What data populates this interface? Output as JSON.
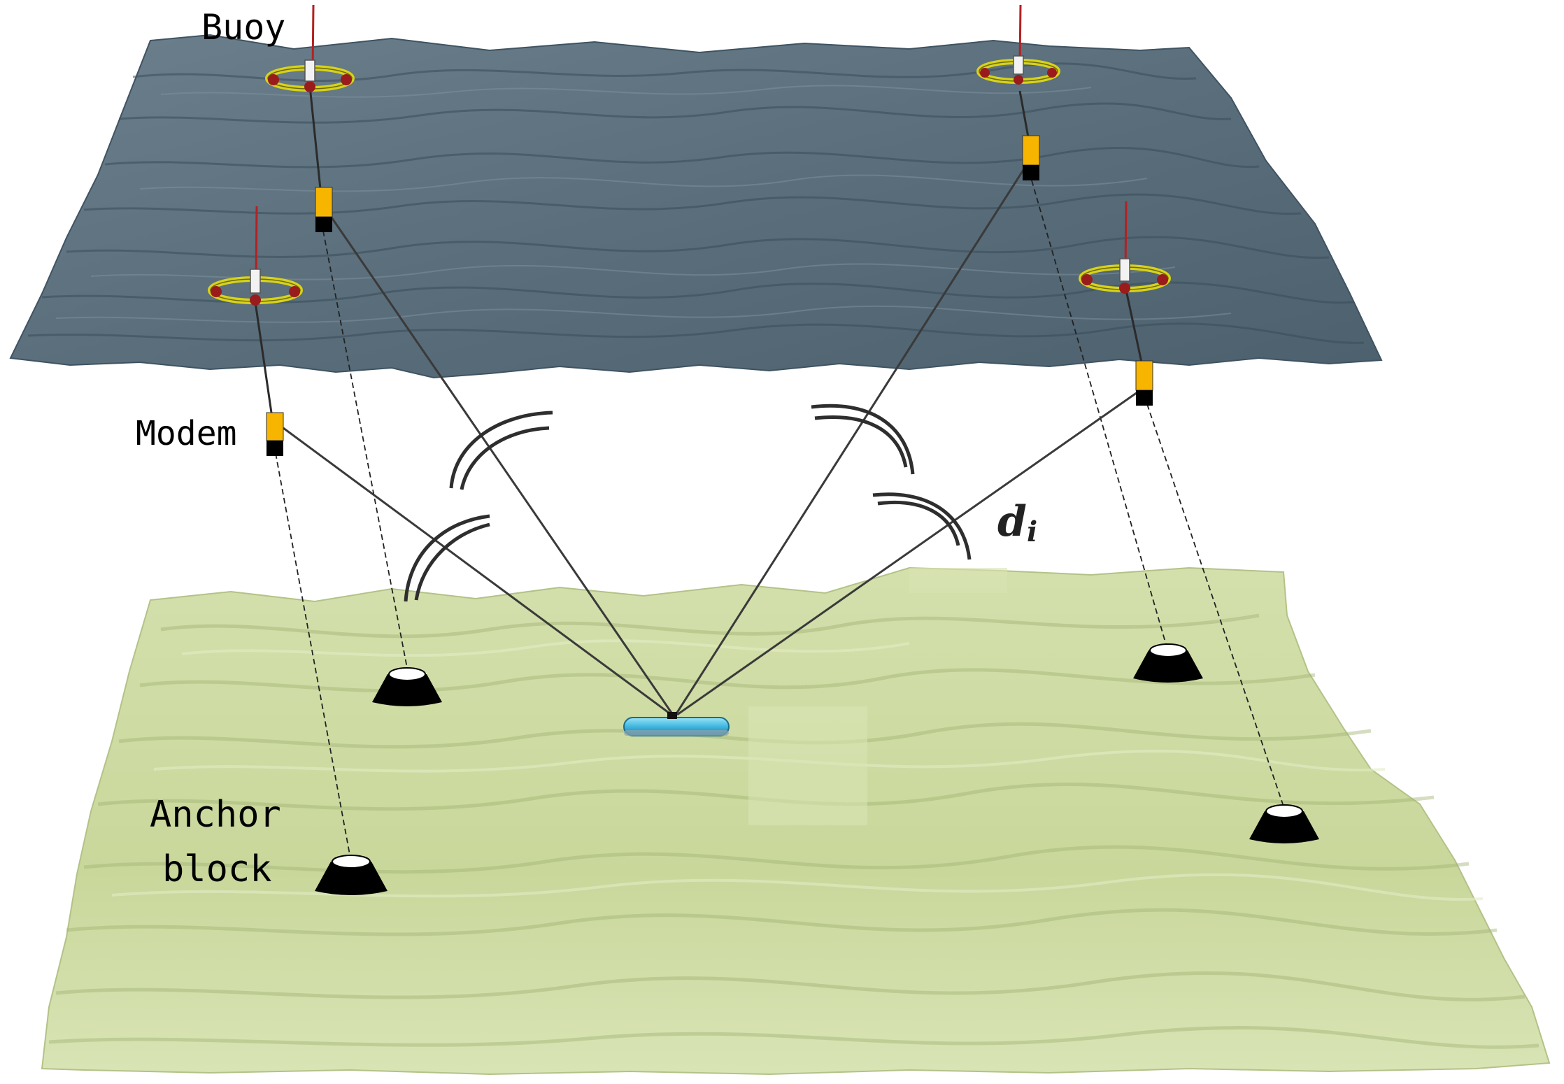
{
  "labels": {
    "buoy": "Buoy",
    "modem": "Modem",
    "anchor_line1": "Anchor",
    "anchor_line2": "block",
    "distance_symbol": "d",
    "distance_subscript": "i"
  },
  "colors": {
    "sea_surface": "#5d7281",
    "sea_surface_dark": "#3e5261",
    "seabed": "#cfdca4",
    "seabed_dark": "#a9ba7c",
    "modem_top": "#f7b500",
    "modem_bottom": "#000000",
    "vehicle": "#4fc3e8",
    "buoy_ring": "#d8d21a",
    "buoy_float": "#9a1b1b"
  },
  "icons": [
    "buoy-icon",
    "modem-icon",
    "anchor-block-icon",
    "underwater-vehicle-icon",
    "acoustic-wave-icon"
  ]
}
